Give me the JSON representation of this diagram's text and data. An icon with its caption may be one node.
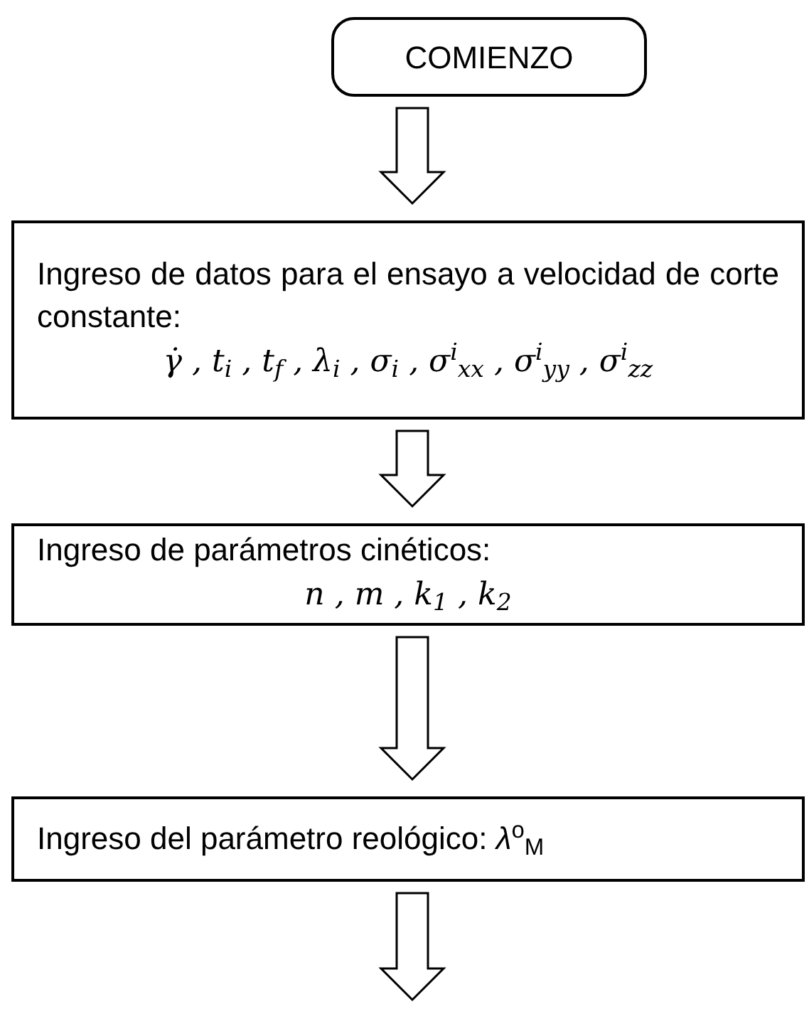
{
  "diagram": {
    "nodes": [
      {
        "text": [
          "COMIENZO"
        ]
      },
      {
        "text": [
          "Ingreso de datos para el ensayo a velocidad de corte constante:",
          "γ̇ , t$_{i}$ , t$_{f}$ , λ$_{i}$ , σ$_{i}$ , σ$^{i}$$_{xx}$ , σ$^{i}$$_{yy}$ , σ$^{i}$$_{zz}$"
        ]
      },
      {
        "text": [
          "Ingreso de parámetros cinéticos:",
          "n , m , k$_{1}$ , k$_{2}$"
        ]
      },
      {
        "text": [
          "Ingreso del parámetro reológico: *λ*$^{o}$$_{M}$"
        ]
      }
    ],
    "edges": [
      {
        "from": 0,
        "to": 1,
        "arrow": "to"
      },
      {
        "from": 1,
        "to": 2,
        "arrow": "to"
      },
      {
        "from": 2,
        "to": 3,
        "arrow": "to"
      },
      {
        "from": 3,
        "to": null,
        "arrow": "to"
      }
    ]
  }
}
